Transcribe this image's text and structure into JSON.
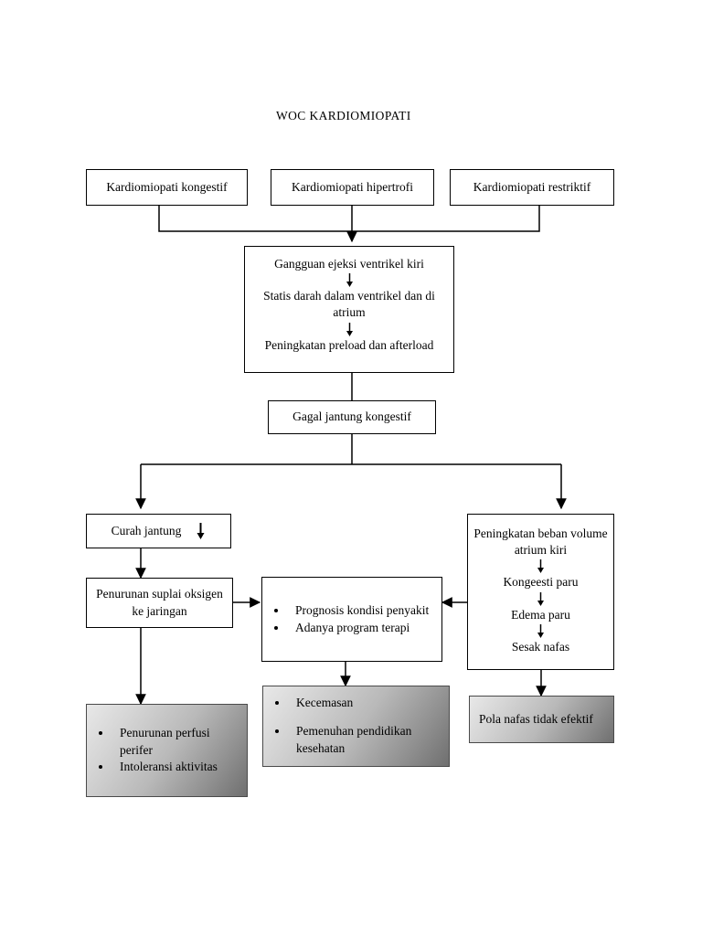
{
  "title": "WOC KARDIOMIOPATI",
  "nodes": {
    "top_left": "Kardiomiopati kongestif",
    "top_mid": "Kardiomiopati hipertrofi",
    "top_right": "Kardiomiopati restriktif",
    "central": {
      "l1": "Gangguan ejeksi ventrikel kiri",
      "l2": "Statis darah dalam ventrikel dan di atrium",
      "l3": "Peningkatan preload dan afterload"
    },
    "chf": "Gagal jantung kongestif",
    "curah": "Curah jantung",
    "penurunan_suplai": "Penurunan suplai oksigen ke jaringan",
    "prognosis": {
      "b1": "Prognosis kondisi penyakit",
      "b2": "Adanya program terapi"
    },
    "right_chain": {
      "l1": "Peningkatan beban volume atrium kiri",
      "l2": "Kongeesti paru",
      "l3": "Edema paru",
      "l4": "Sesak nafas"
    },
    "outcome_left": {
      "b1": "Penurunan perfusi perifer",
      "b2": "Intoleransi aktivitas"
    },
    "outcome_mid": {
      "b1": "Kecemasan",
      "b2": "Pemenuhan pendidikan kesehatan"
    },
    "outcome_right": "Pola nafas tidak efektif"
  },
  "icons": {
    "down_arrow": "down-arrow-icon"
  },
  "colors": {
    "stroke": "#000000",
    "box_fill": "#ffffff",
    "shaded_light": "#e8e8e8",
    "shaded_dark": "#6f6f6f"
  }
}
